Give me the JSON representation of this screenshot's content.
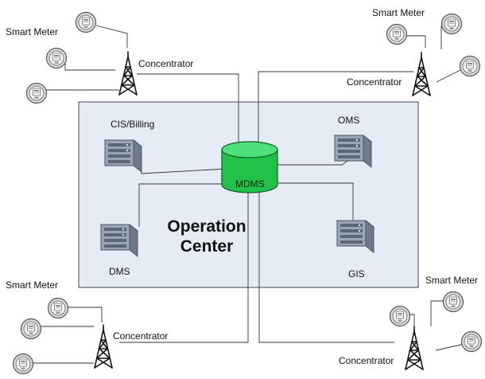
{
  "labels": {
    "smart_meter": "Smart Meter",
    "concentrator": "Concentrator",
    "cis_billing": "CIS/Billing",
    "oms": "OMS",
    "dms": "DMS",
    "gis": "GIS",
    "mdms": "MDMS",
    "operation_center_line1": "Operation",
    "operation_center_line2": "Center"
  },
  "colors": {
    "operation_center_fill": "#e6ecf5",
    "operation_center_border": "#3f4650",
    "mdms_fill": "#22c24a",
    "mdms_top": "#4fe07a",
    "server": "#8f9bab",
    "connector": "#333333"
  },
  "icons": [
    "smart-meter-icon",
    "tower-icon",
    "server-icon",
    "database-icon"
  ]
}
